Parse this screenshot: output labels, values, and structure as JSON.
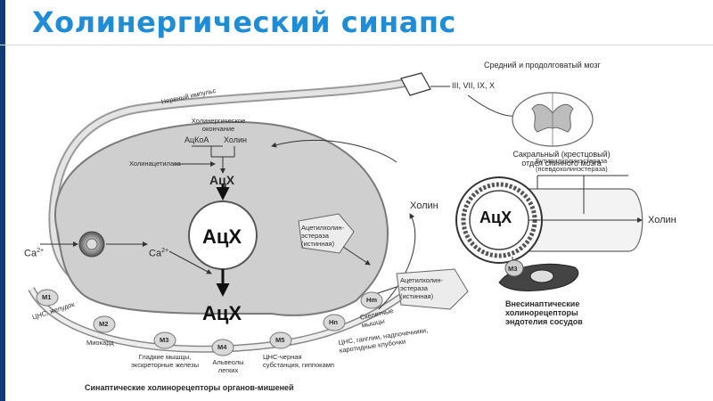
{
  "slide": {
    "title": "Холинергический синапс"
  },
  "diagram": {
    "nerve_impulse": "Нервный импульс",
    "ending_label": "Холинергическое окончание",
    "acetyl_coa": "АцКоА",
    "choline_top": "Холин",
    "choline_acetylase": "Холинацетилаза",
    "ach_synth": "АцХ",
    "ach_vesicle": "АцХ",
    "ach_cleft": "АцХ",
    "ca_out": "Ca",
    "ca_out_sup": "2+",
    "ca_in": "Ca",
    "ca_in_sup": "2+",
    "ache_true_1": "Ацетилхолин-эстераза (истинная)",
    "ache_true_2": "Ацетилхолин-эстераза (истинная)",
    "choline_reuptake": "Холин",
    "brain": "Средний и продолговатый мозг",
    "nerves": "III, VII, IX, X",
    "spinal": "Сакральный (крестцовый) отдел спинного мозга",
    "butyryl": "Бутирилхолинэстераза (псевдохолинэстераза)",
    "vessel_ach": "АцХ",
    "vessel_choline": "Холин",
    "m3_vessel": "M3",
    "extrasynaptic": "Внесинаптические холинорецепторы эндотелия сосудов",
    "receptors": [
      {
        "badge": "M1",
        "target": "ЦНС, желудок"
      },
      {
        "badge": "M2",
        "target": "Миокард"
      },
      {
        "badge": "M3",
        "target": "Гладкие мышцы, экскреторные железы"
      },
      {
        "badge": "M4",
        "target": "Альвеолы легких"
      },
      {
        "badge": "M5",
        "target": "ЦНС-черная субстанция, гиппокамп"
      },
      {
        "badge": "Hn",
        "target": "ЦНС, ганглии, надпочечники, каротидные клубочки"
      },
      {
        "badge": "Hm",
        "target": "Скелетные мышцы"
      }
    ],
    "footer": "Синаптические холинорецепторы органов-мишеней"
  }
}
